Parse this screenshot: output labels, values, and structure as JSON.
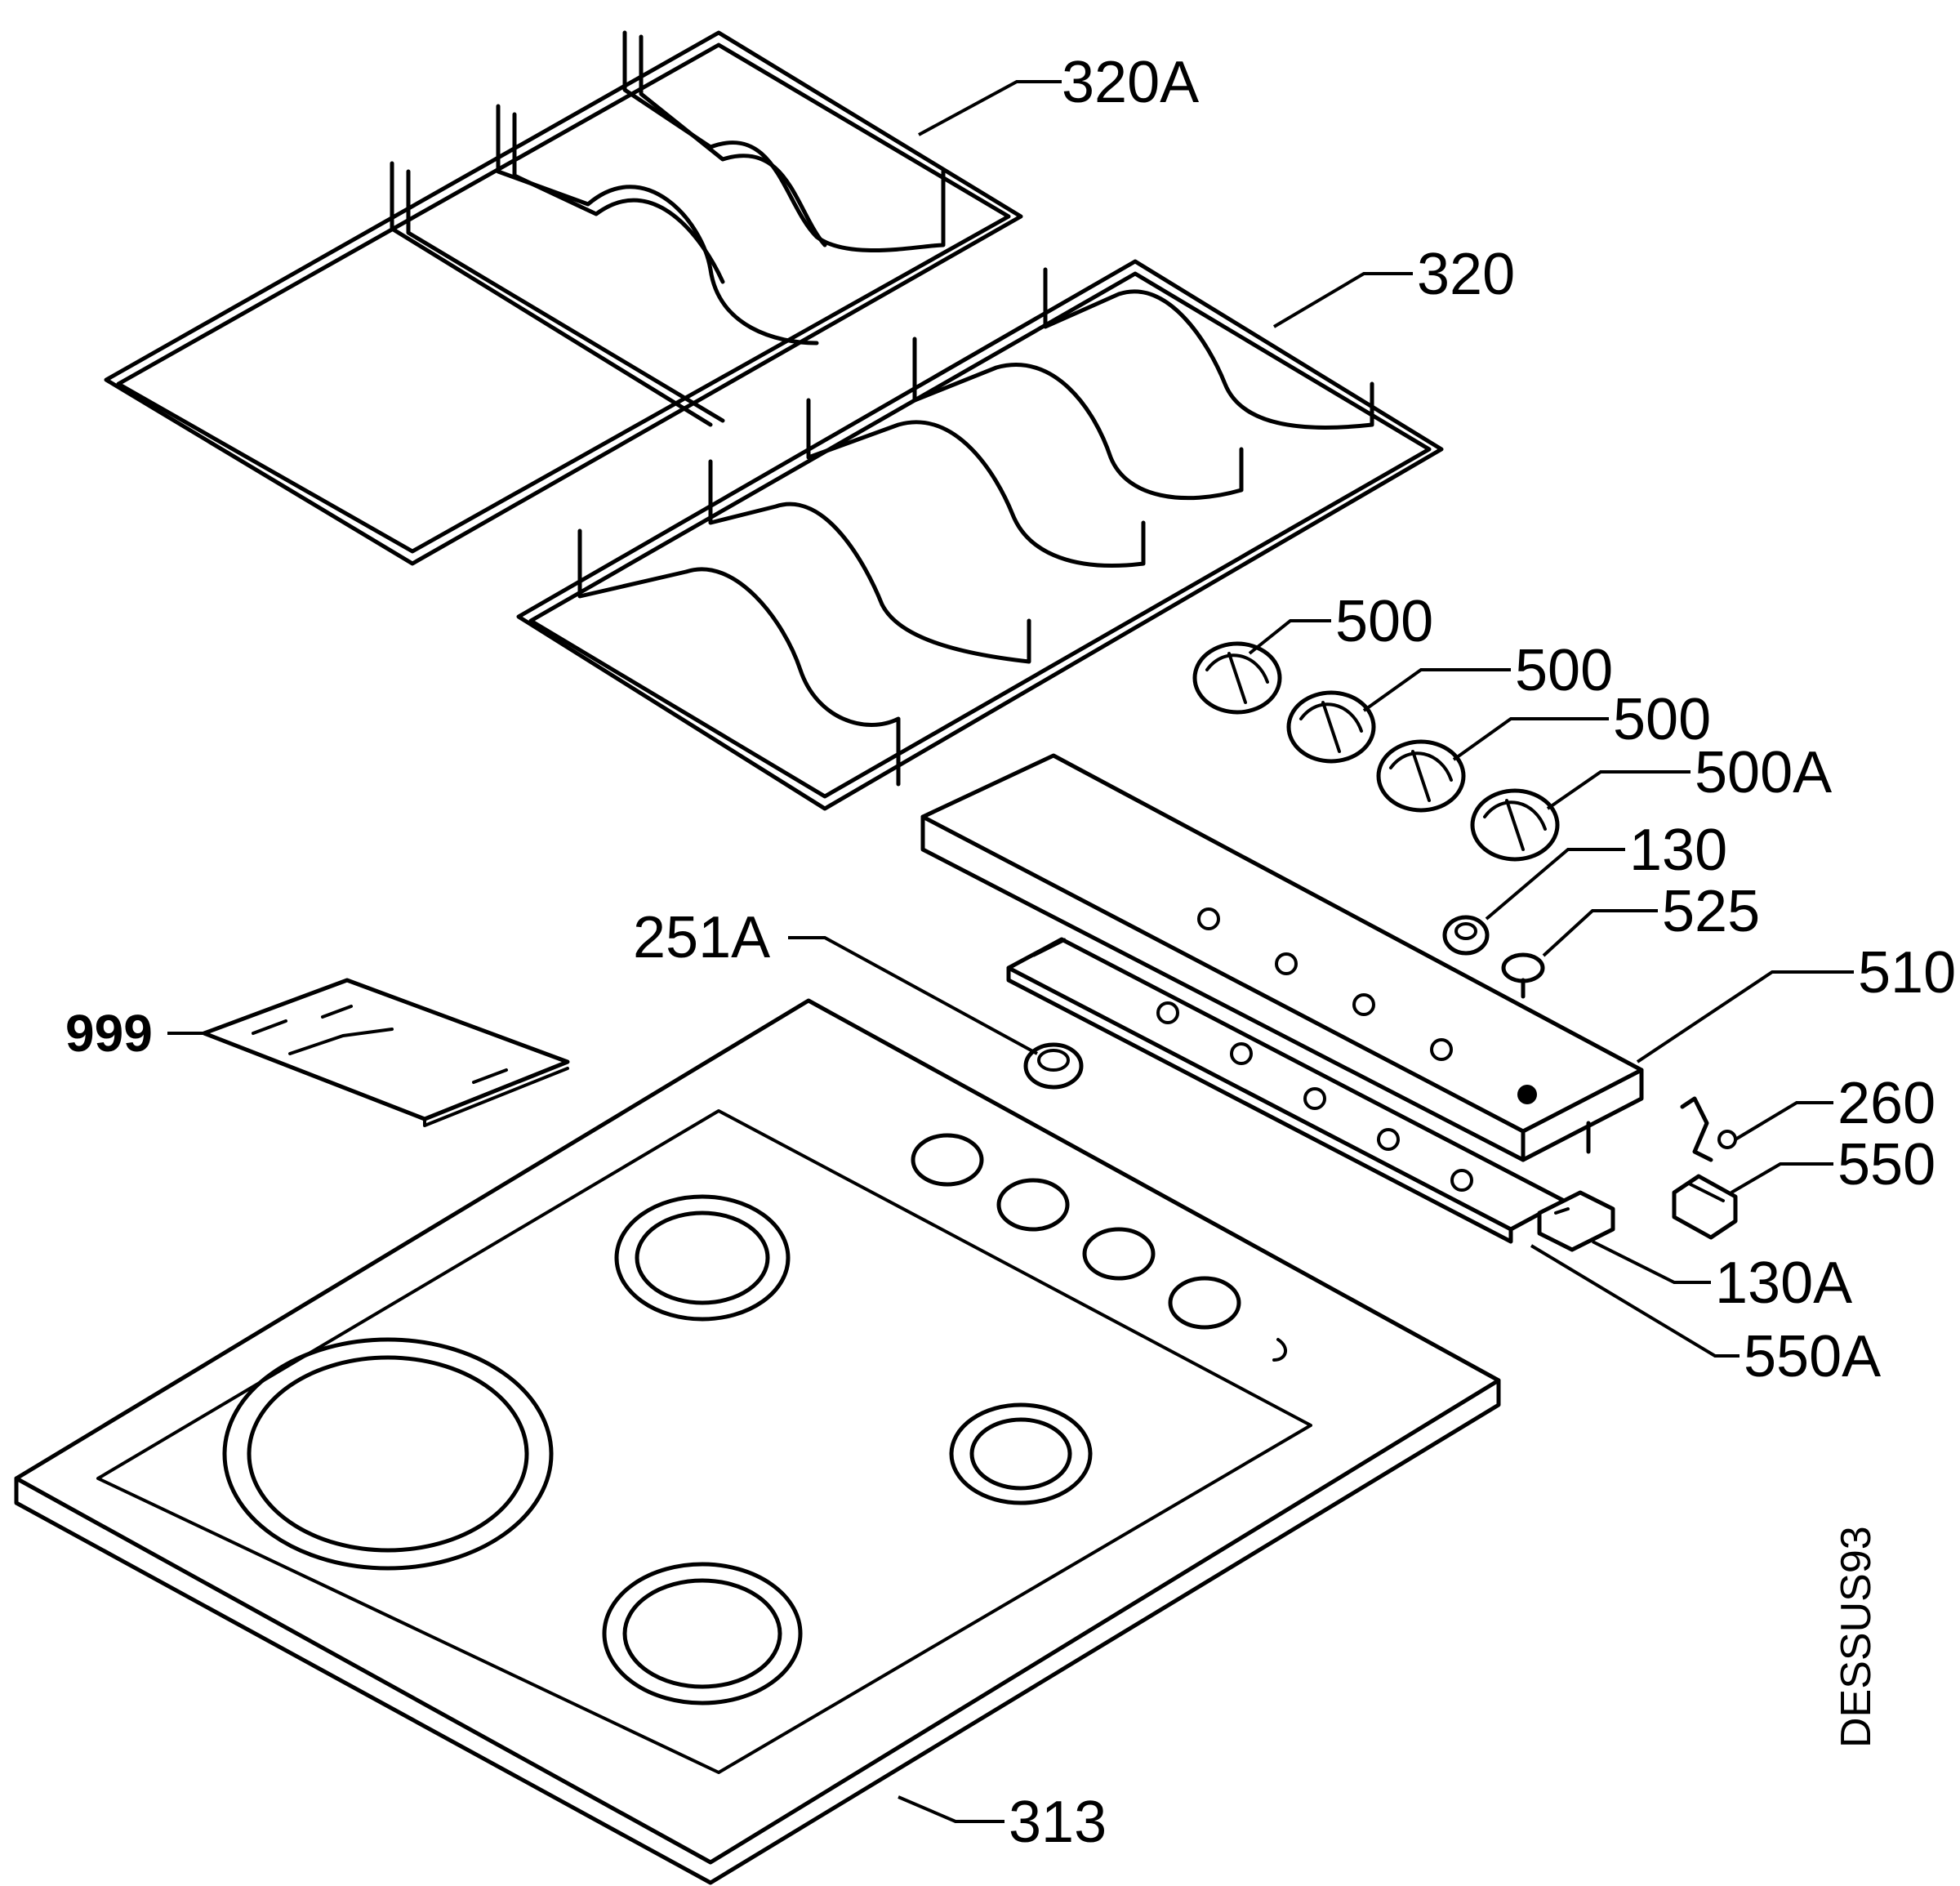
{
  "labels": {
    "p320A": "320A",
    "p320": "320",
    "p500_1": "500",
    "p500_2": "500",
    "p500_3": "500",
    "p500A": "500A",
    "p130": "130",
    "p525": "525",
    "p510": "510",
    "p251A": "251A",
    "p999": "999",
    "p260": "260",
    "p550": "550",
    "p130A": "130A",
    "p550A": "550A",
    "p313": "313"
  },
  "drawing_ref": "DESSUS93"
}
